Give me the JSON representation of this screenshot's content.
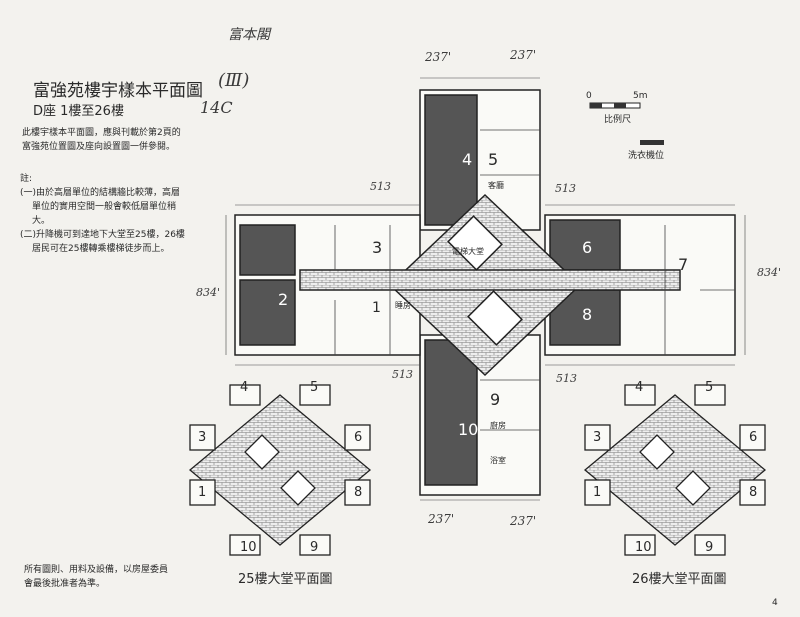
{
  "handwritten": {
    "estate_name": "富本閣",
    "roman": "(Ⅲ)",
    "unit": "14C",
    "dims": [
      "237'",
      "237'",
      "513",
      "513",
      "834'",
      "834'",
      "513",
      "513",
      "237'",
      "237'"
    ]
  },
  "header": {
    "title": "富強苑樓宇樣本平面圖",
    "subtitle": "D座 1樓至26樓"
  },
  "intro": [
    "此樓宇樣本平面圖，應與刊載於第2頁的",
    "富強苑位置圖及座向設置圖一併參閱。"
  ],
  "notes": {
    "heading": "註:",
    "items": [
      "(一)由於高層單位的結構牆比較薄，高層",
      "單位的實用空間一般會較低層單位稍",
      "大。",
      "(二)升降機可到達地下大堂至25樓，26樓",
      "居民可在25樓轉乘樓梯徒步而上。"
    ]
  },
  "scale": {
    "zero": "0",
    "five": "5m",
    "label": "比例尺",
    "washer_label": "洗衣機位"
  },
  "units": [
    "1",
    "2",
    "3",
    "4",
    "5",
    "6",
    "7",
    "8",
    "9",
    "10"
  ],
  "rooms": {
    "living": "客廳",
    "bed": "睡房",
    "kitchen": "廚房",
    "bath": "浴室",
    "lobby": "電梯大堂"
  },
  "footer": {
    "disclaimer": [
      "所有圖則、用料及設備，以房屋委員",
      "會最後批准者為準。"
    ],
    "plan25": "25樓大堂平面圖",
    "plan26": "26樓大堂平面圖",
    "page": "4"
  }
}
